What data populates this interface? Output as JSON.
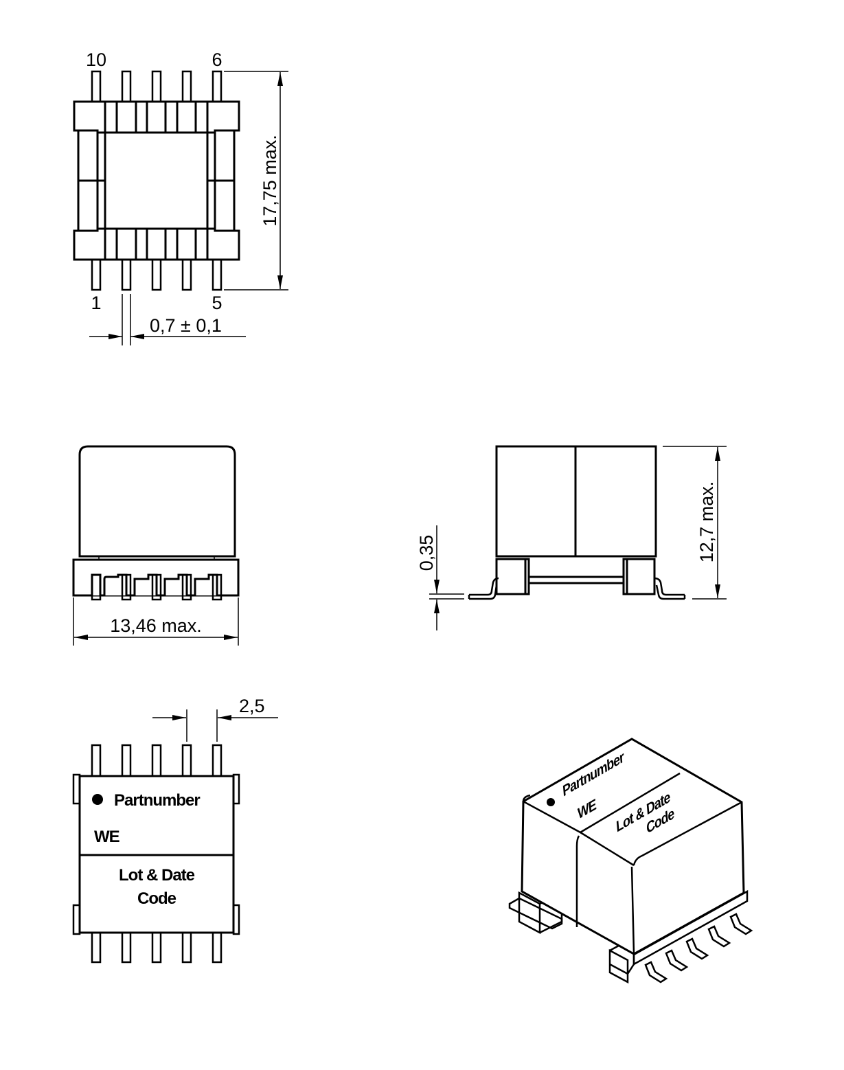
{
  "top_view": {
    "pin_labels": {
      "top_left": "10",
      "top_right": "6",
      "bottom_left": "1",
      "bottom_right": "5"
    },
    "height_dim": "17,75 max.",
    "pin_width_dim": "0,7 ± 0,1"
  },
  "front_view": {
    "width_dim": "13,46 max."
  },
  "side_view": {
    "height_dim": "12,7 max.",
    "standoff_dim": "0,35"
  },
  "bottom_view": {
    "pitch_dim": "2,5",
    "marking": {
      "partnumber": "Partnumber",
      "brand": "WE",
      "lot_line1": "Lot & Date",
      "lot_line2": "Code"
    }
  },
  "iso_view": {
    "marking": {
      "partnumber": "Partnumber",
      "brand": "WE",
      "lot_line1": "Lot & Date",
      "lot_line2": "Code"
    }
  }
}
